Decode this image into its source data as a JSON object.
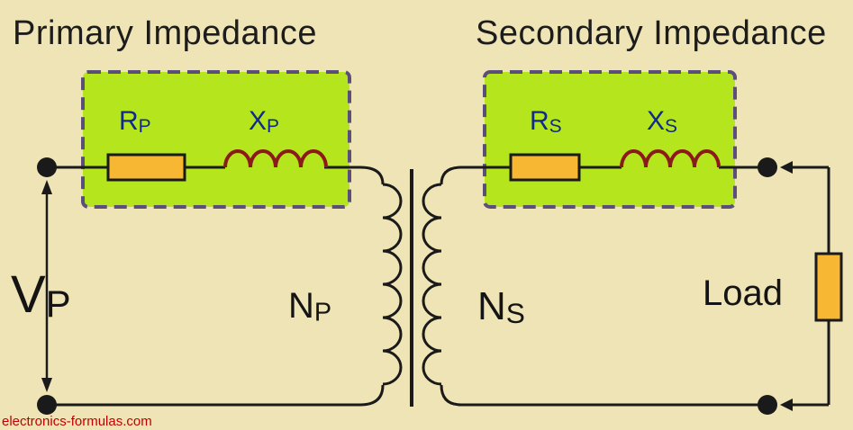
{
  "primary": {
    "title": "Primary Impedance",
    "resistor": {
      "main": "R",
      "sub": "P"
    },
    "reactance": {
      "main": "X",
      "sub": "P"
    },
    "voltage": {
      "main": "V",
      "sub": "P"
    },
    "turns": {
      "main": "N",
      "sub": "P"
    }
  },
  "secondary": {
    "title": "Secondary Impedance",
    "resistor": {
      "main": "R",
      "sub": "S"
    },
    "reactance": {
      "main": "X",
      "sub": "S"
    },
    "turns": {
      "main": "N",
      "sub": "S"
    }
  },
  "load_label": "Load",
  "credit": "electronics-formulas.com",
  "colors": {
    "background": "#efe4b5",
    "impedance_box": "#b5e61d",
    "box_border": "#5b4f7a",
    "resistor": "#f7b733",
    "inductor": "#8b1a1a",
    "label_blue": "#0f2a8a",
    "credit": "#c00000"
  }
}
